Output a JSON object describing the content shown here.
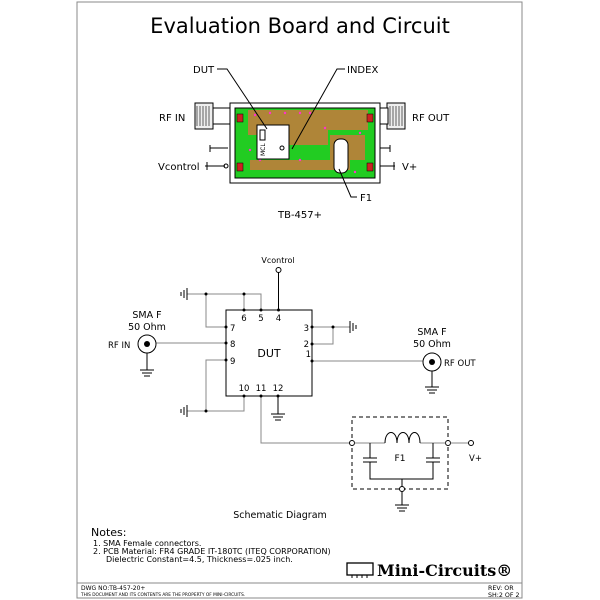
{
  "title": "Evaluation Board and Circuit",
  "board": {
    "labels": {
      "dut": "DUT",
      "index": "INDEX",
      "rf_in": "RF IN",
      "rf_out": "RF OUT",
      "vcontrol": "Vcontrol",
      "vplus": "V+",
      "f1": "F1",
      "chip_marking": "MCL"
    },
    "name": "TB-457+",
    "colors": {
      "board": "#22cc22",
      "copper": "#c8783c",
      "via": "#ff33cc",
      "pad": "#cc2222"
    }
  },
  "schematic": {
    "vcontrol": "Vcontrol",
    "dut": "DUT",
    "pins": [
      "1",
      "2",
      "3",
      "4",
      "5",
      "6",
      "7",
      "8",
      "9",
      "10",
      "11",
      "12"
    ],
    "rf_in_conn": {
      "type": "SMA F",
      "impedance": "50 Ohm",
      "label": "RF IN"
    },
    "rf_out_conn": {
      "type": "SMA F",
      "impedance": "50 Ohm",
      "label": "RF OUT"
    },
    "filter": "F1",
    "vplus": "V+",
    "caption": "Schematic Diagram"
  },
  "notes": {
    "heading": "Notes:",
    "items": [
      "1. SMA Female connectors.",
      "2. PCB Material: FR4 GRADE IT-180TC (ITEQ CORPORATION)",
      "Dielectric Constant=4.5, Thickness=.025 inch."
    ]
  },
  "logo": "Mini-Circuits®",
  "footer": {
    "dwg_no": "DWG NO:TB-457-20+",
    "property": "THIS DOCUMENT AND ITS CONTENTS ARE THE PROPERTY OF MINI-CIRCUITS.",
    "rev": "REV: OR",
    "sheet": "SH:2 OF 2"
  }
}
